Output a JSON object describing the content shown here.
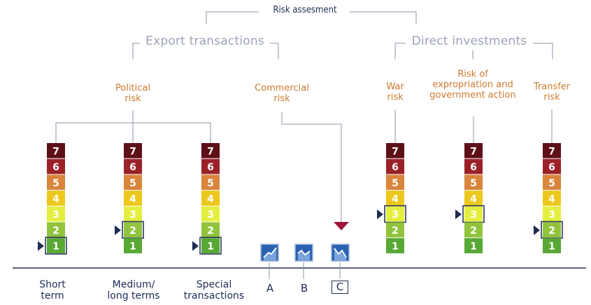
{
  "title": "Risk assesment",
  "groups": {
    "export": "Export transactions",
    "direct": "Direct investments"
  },
  "risk_labels": {
    "political": [
      "Political",
      "risk"
    ],
    "commercial": [
      "Commercial",
      "risk"
    ],
    "war": [
      "War",
      "risk"
    ],
    "expropriation": [
      "Risk of",
      "expropriation and",
      "government action"
    ],
    "transfer": [
      "Transfer",
      "risk"
    ]
  },
  "levels": [
    "7",
    "6",
    "5",
    "4",
    "3",
    "2",
    "1"
  ],
  "level_colors": [
    "#5e1019",
    "#9b2129",
    "#d9853c",
    "#edc81c",
    "#e4ee3f",
    "#92c33d",
    "#58a834"
  ],
  "scales": [
    {
      "name": "short-term",
      "selected": "1",
      "caption": [
        "Short",
        "term"
      ]
    },
    {
      "name": "medium-long-terms",
      "selected": "2",
      "caption": [
        "Medium/",
        "long terms"
      ]
    },
    {
      "name": "special-transactions",
      "selected": "1",
      "caption": [
        "Special",
        "transactions"
      ]
    },
    {
      "name": "war-risk",
      "selected": "3",
      "caption": []
    },
    {
      "name": "expropriation-risk",
      "selected": "3",
      "caption": []
    },
    {
      "name": "transfer-risk",
      "selected": "2",
      "caption": []
    }
  ],
  "commercial_options": [
    {
      "letter": "A",
      "icon": "trend-up-icon"
    },
    {
      "letter": "B",
      "icon": "trend-flat-icon"
    },
    {
      "letter": "C",
      "icon": "trend-down-icon",
      "selected": true
    }
  ],
  "colors": {
    "line": "#1e2c54",
    "pointer": "#1e2c54",
    "arrow": "#a3143a",
    "connector": "#8e95a8"
  }
}
